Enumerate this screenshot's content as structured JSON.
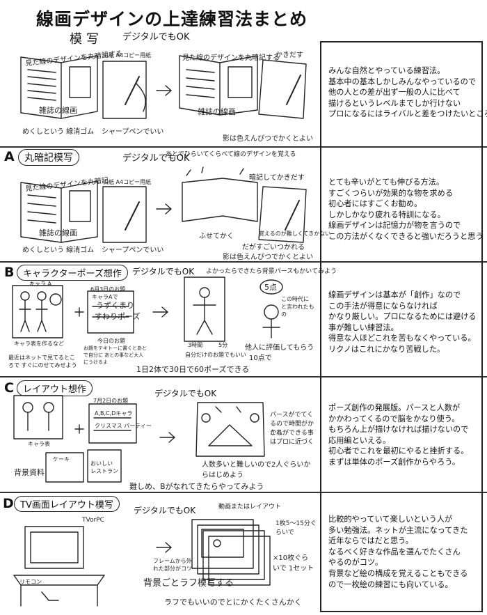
{
  "title": "線画デザインの上達練習法まとめ",
  "sections": [
    {
      "letter": "",
      "name": "模写",
      "digital": "デジタルでもOK",
      "labels": [
        "見た線のデザインを丸暗記する",
        "白紙 A4コピー用紙",
        "見た線のデザインを丸暗記する",
        "かきだす",
        "雑誌の線画",
        "雑誌の線画",
        "めくしという 線消ゴム",
        "シャープペンでいい",
        "影は色えんぴつでかくとよい"
      ],
      "notes": [
        "みんな自然とやっている練習法。",
        "基本中の基本しかしみんなやっているので",
        "他の人との差が出ず一般の人に比べて",
        "描けるというレベルまでしか行けない",
        "プロになるにはライバルと差をつけたいところ"
      ]
    },
    {
      "letter": "A",
      "name": "丸暗記模写",
      "digital": "デジタルでもOK",
      "labels": [
        "あとでひらいてくらべて線のデザインを覚える",
        "見た線のデザインを丸暗記",
        "白紙 A4コピー用紙",
        "暗記してかきだす",
        "雑誌の線画",
        "ふせてかく",
        "覚えるのが難しくてきかない",
        "めくしという 線消ゴム",
        "シャープペンでいい",
        "だがすごいつかれる",
        "影は色えんぴつでかくとよい"
      ],
      "notes": [
        "とても辛いがとても伸びる方法。",
        "すごくつらいが効果的な物を求める",
        "初心者にはすごくお勧め。",
        "しかしかなり疲れる特訓になる。",
        "線画デザインは記憶力が物を言うので",
        "この方法がくなくできると強いだろうと思う"
      ]
    },
    {
      "letter": "B",
      "name": "キャラクターポーズ想作",
      "digital": "デジタルでもOK",
      "labels": [
        "よかったらできたら背景パースもかいてみよう",
        "キャラ A",
        "6月3日のお題",
        "キャラAで",
        "うずくまり",
        "すわりポーズ",
        "5点",
        "この時代に と言われたもの",
        "3時間",
        "5分",
        "自分だけのお題でもいい",
        "キャラ表を作るなど",
        "今日のお題",
        "お題をテキトーに書くとあとで自分に あとの事など大人にうけるよ",
        "他人に評価してもらう",
        "10点で",
        "最近はネットで見てるところで すぐにのせてみせよう",
        "1日2体で30日で60ポーズできる"
      ],
      "notes": [
        "線画デザインは基本が「創作」なので",
        "この手法が得意にならなければ",
        "かなり厳しい。プロになるためには避ける",
        "事が難しい練習法。",
        "得意な人ほどこれを苦もなくやっている。",
        "リクノはこれにかなり苦戦した。"
      ]
    },
    {
      "letter": "C",
      "name": "レイアウト想作",
      "digital": "デジタルでもOK",
      "labels": [
        "7月2日のお題",
        "A,B,C,Dキャラ",
        "クリスマス パーティー",
        "キャラ表",
        "背景資料",
        "ケーキ",
        "おいしい レストラン",
        "パースがでてくるので時間がかかる",
        "これができる事はプロに近づく",
        "人数多いと難しいので2人ぐらいからはじめよう",
        "難しめ、Bがなれてきたらやってみよう"
      ],
      "notes": [
        "ポーズ創作の発展版。パースと人数が",
        "かかわってくるので脳をかなり使う。",
        "もちろん上が描けなければ描けないので",
        "応用編といえる。",
        "初心者でこれを最初にやると挫折する。",
        "まずは単体のポーズ創作からやろう。"
      ]
    },
    {
      "letter": "D",
      "name": "TV画面レイアウト模写",
      "digital": "デジタルでもOK",
      "labels": [
        "動画またはレイアウト",
        "TVorPC",
        "1枚5〜15分ぐらいで",
        "リモコン",
        "フレームから外れた部分がコツ",
        "×10枚ぐらいで 1セット",
        "背景ごとラフ模写する",
        "ラフでもいいのでとにかくたくさんかく"
      ],
      "notes": [
        "比較的やっていて楽しいという人が",
        "多い勉強法。ネットが主流になってきた",
        "近年ならではだと思う。",
        "なるべく好きな作品を選んでたくさん",
        "やるのがコツ。",
        "背景など絵の構成を覚えることもできる",
        "ので一枚絵の練習にも向いている。"
      ]
    }
  ]
}
